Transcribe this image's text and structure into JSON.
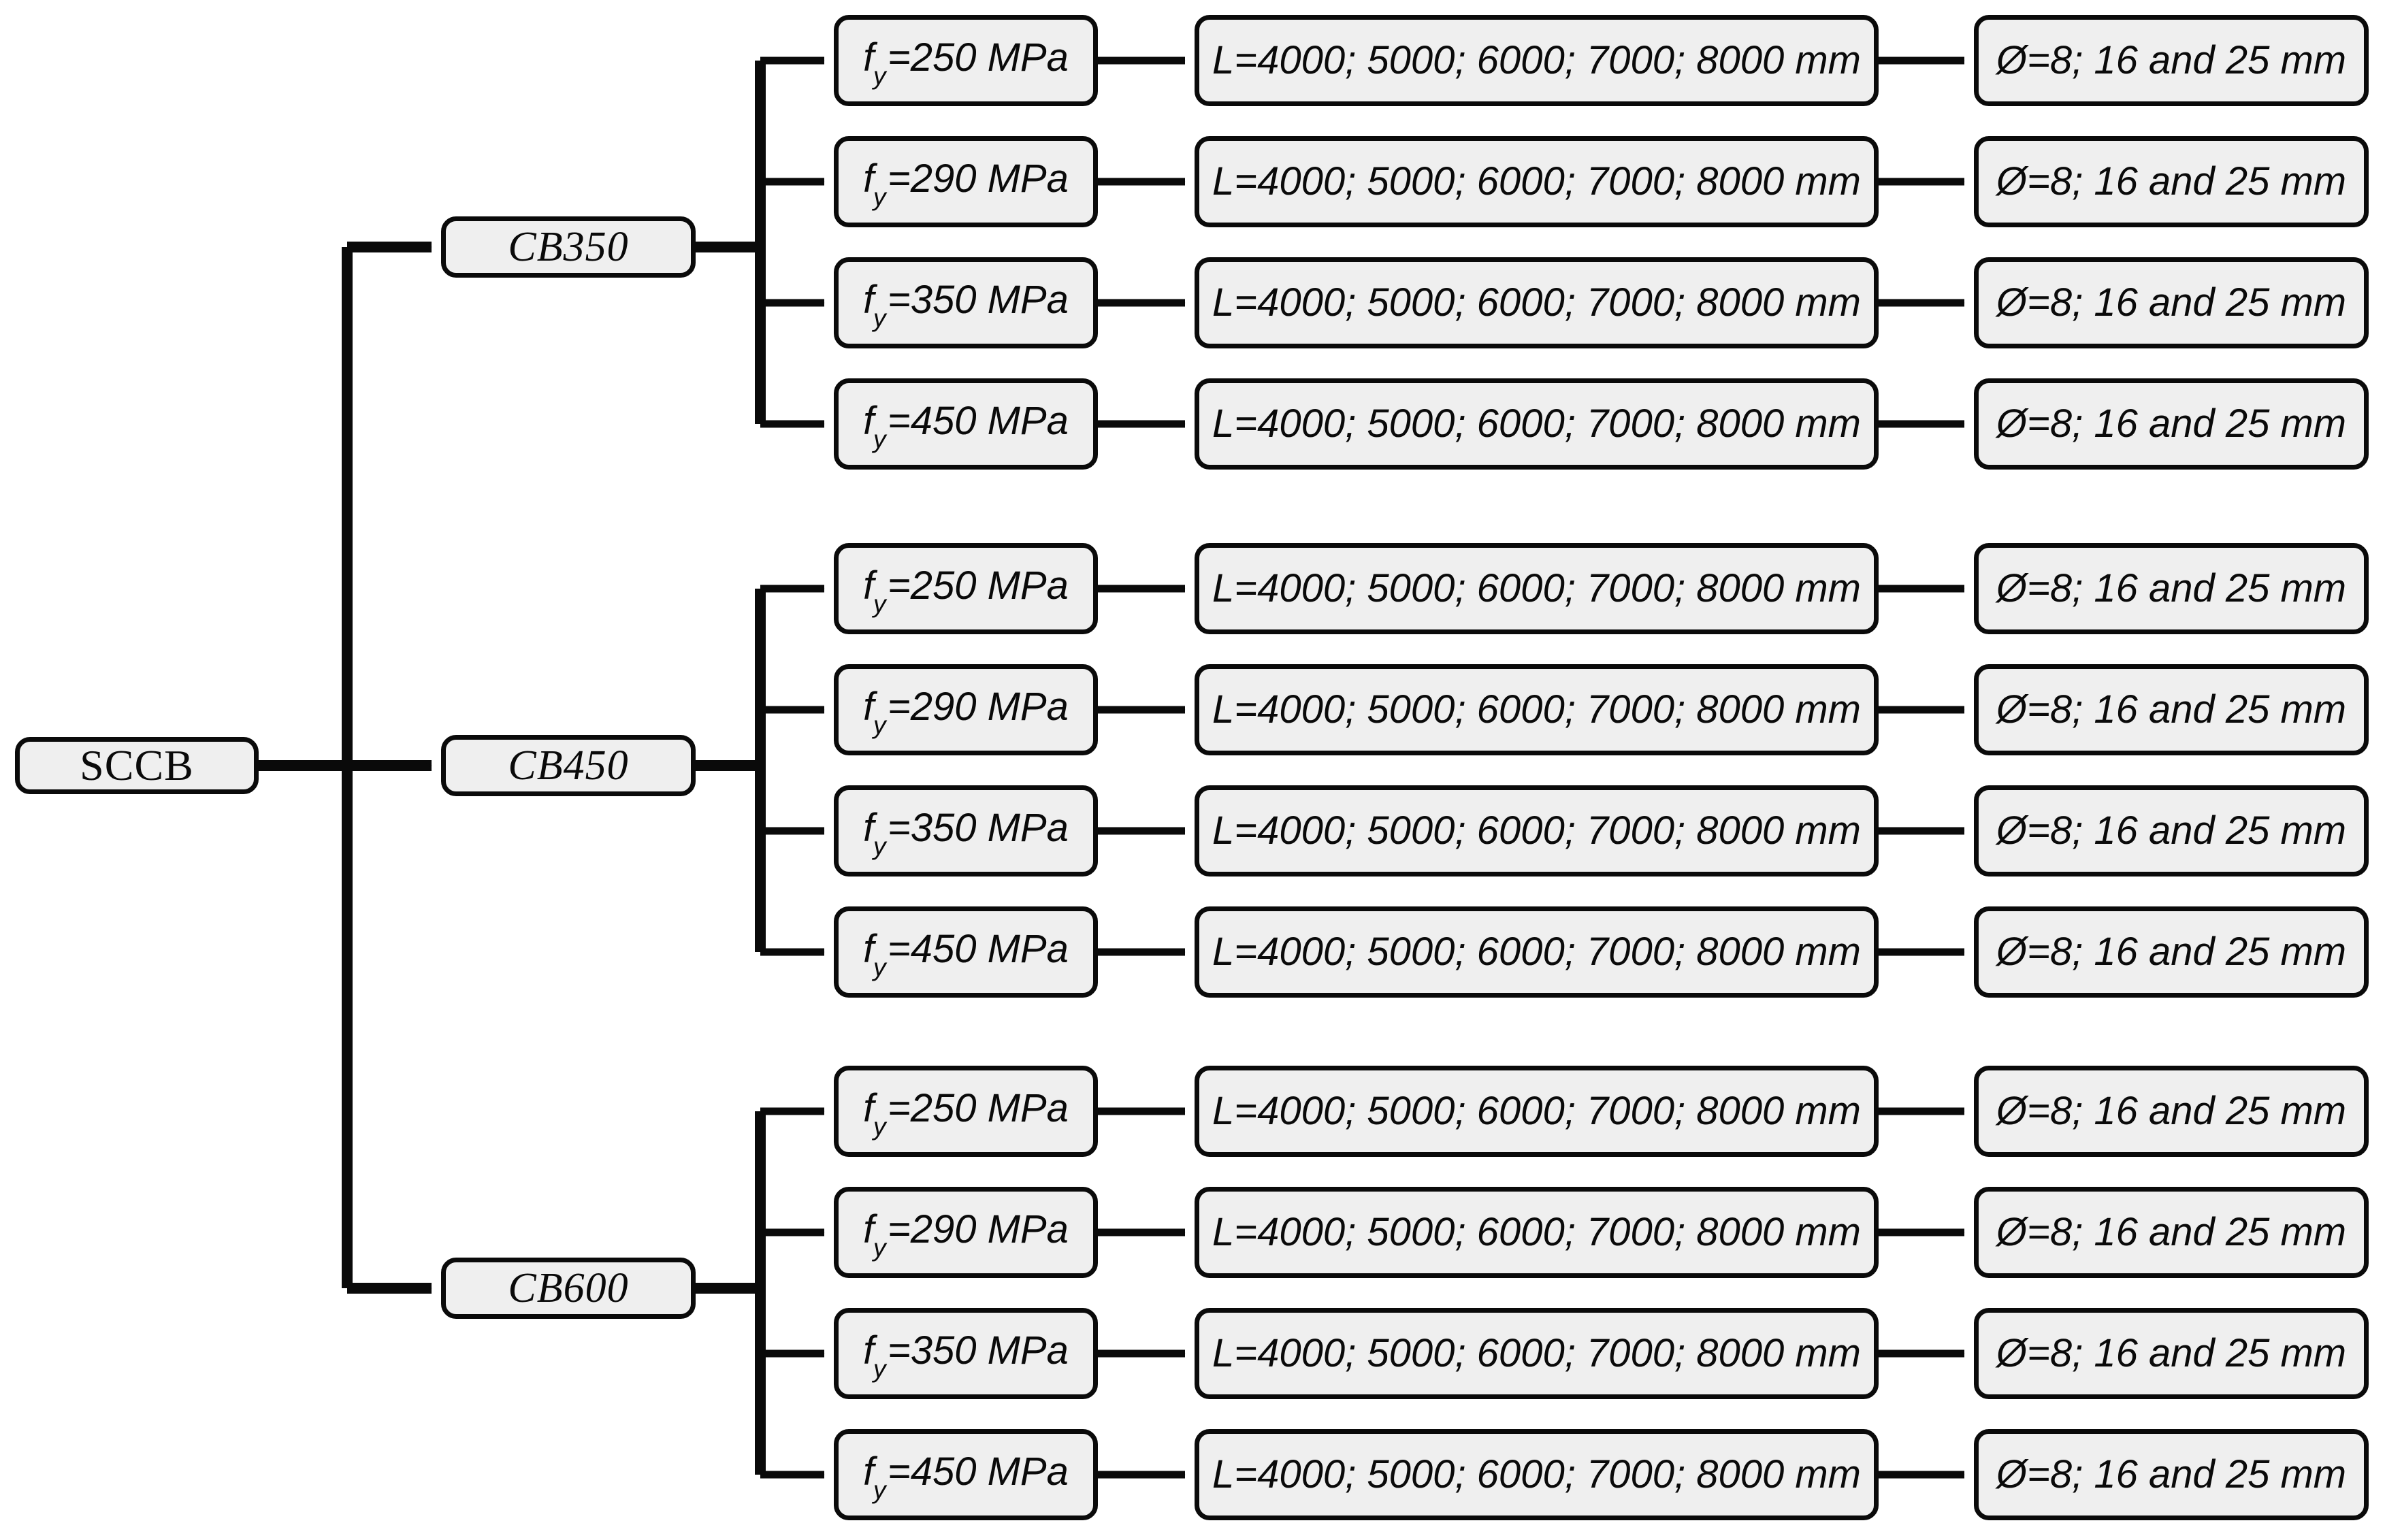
{
  "diagram": {
    "title": "SCCB parametric study tree",
    "type": "tree",
    "orientation": "left-to-right",
    "colors": {
      "node_fill": "#efefef",
      "node_stroke": "#0a0a0a",
      "edge": "#0a0a0a",
      "background": "#ffffff"
    },
    "root": {
      "label": "SCCB"
    },
    "branches": [
      {
        "label": "CB350",
        "rows": [
          {
            "fy_var": "f",
            "fy_sub": "y",
            "fy_rest": "=250 MPa",
            "length": "L=4000; 5000; 6000; 7000; 8000 mm",
            "diameter": "Ø=8; 16 and 25 mm"
          },
          {
            "fy_var": "f",
            "fy_sub": "y",
            "fy_rest": "=290 MPa",
            "length": "L=4000; 5000; 6000; 7000; 8000 mm",
            "diameter": "Ø=8; 16 and 25 mm"
          },
          {
            "fy_var": "f",
            "fy_sub": "y",
            "fy_rest": "=350 MPa",
            "length": "L=4000; 5000; 6000; 7000; 8000 mm",
            "diameter": "Ø=8; 16 and 25 mm"
          },
          {
            "fy_var": "f",
            "fy_sub": "y",
            "fy_rest": "=450 MPa",
            "length": "L=4000; 5000; 6000; 7000; 8000 mm",
            "diameter": "Ø=8; 16 and 25 mm"
          }
        ]
      },
      {
        "label": "CB450",
        "rows": [
          {
            "fy_var": "f",
            "fy_sub": "y",
            "fy_rest": "=250 MPa",
            "length": "L=4000; 5000; 6000; 7000; 8000 mm",
            "diameter": "Ø=8; 16 and 25 mm"
          },
          {
            "fy_var": "f",
            "fy_sub": "y",
            "fy_rest": "=290 MPa",
            "length": "L=4000; 5000; 6000; 7000; 8000 mm",
            "diameter": "Ø=8; 16 and 25 mm"
          },
          {
            "fy_var": "f",
            "fy_sub": "y",
            "fy_rest": "=350 MPa",
            "length": "L=4000; 5000; 6000; 7000; 8000 mm",
            "diameter": "Ø=8; 16 and 25 mm"
          },
          {
            "fy_var": "f",
            "fy_sub": "y",
            "fy_rest": "=450 MPa",
            "length": "L=4000; 5000; 6000; 7000; 8000 mm",
            "diameter": "Ø=8; 16 and 25 mm"
          }
        ]
      },
      {
        "label": "CB600",
        "rows": [
          {
            "fy_var": "f",
            "fy_sub": "y",
            "fy_rest": "=250 MPa",
            "length": "L=4000; 5000; 6000; 7000; 8000 mm",
            "diameter": "Ø=8; 16 and 25 mm"
          },
          {
            "fy_var": "f",
            "fy_sub": "y",
            "fy_rest": "=290 MPa",
            "length": "L=4000; 5000; 6000; 7000; 8000 mm",
            "diameter": "Ø=8; 16 and 25 mm"
          },
          {
            "fy_var": "f",
            "fy_sub": "y",
            "fy_rest": "=350 MPa",
            "length": "L=4000; 5000; 6000; 7000; 8000 mm",
            "diameter": "Ø=8; 16 and 25 mm"
          },
          {
            "fy_var": "f",
            "fy_sub": "y",
            "fy_rest": "=450 MPa",
            "length": "L=4000; 5000; 6000; 7000; 8000 mm",
            "diameter": "Ø=8; 16 and 25 mm"
          }
        ]
      }
    ]
  }
}
